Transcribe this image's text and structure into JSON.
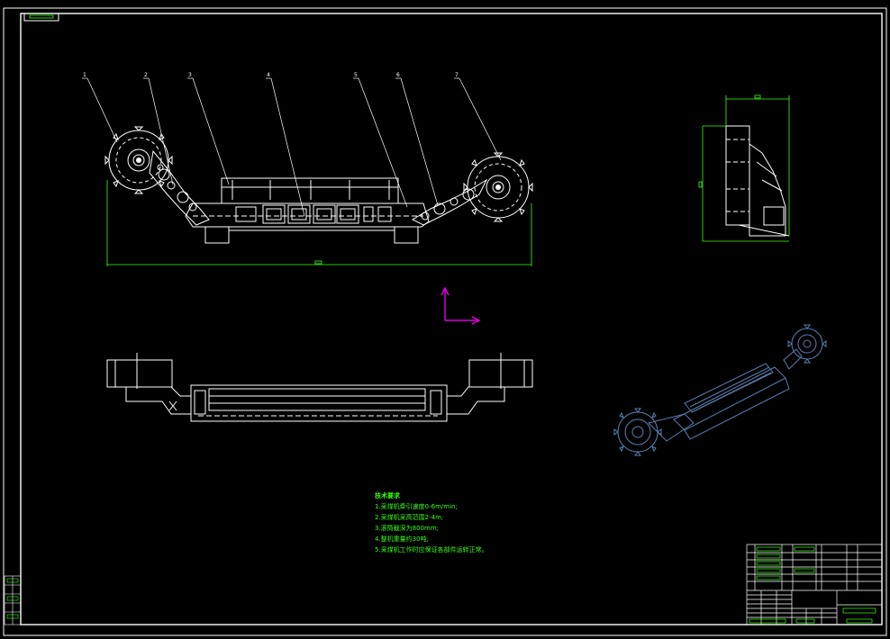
{
  "sheet": {
    "notes": {
      "title": "技术要求",
      "items": [
        "1.采煤机牵引速度0-6m/min;",
        "2.采煤机采高范围2-4m;",
        "3.滚筒截深为800mm;",
        "4.整机重量约30吨;",
        "5.采煤机工作时应保证各部件运转正常。"
      ]
    },
    "leader_labels": [
      "1",
      "2",
      "3",
      "4",
      "5",
      "6",
      "7"
    ],
    "colors": {
      "background": "#000000",
      "line": "#ffffff",
      "dimension": "#39ff14",
      "axis": "#e000e0",
      "iso_view": "#5a7fb0"
    }
  }
}
